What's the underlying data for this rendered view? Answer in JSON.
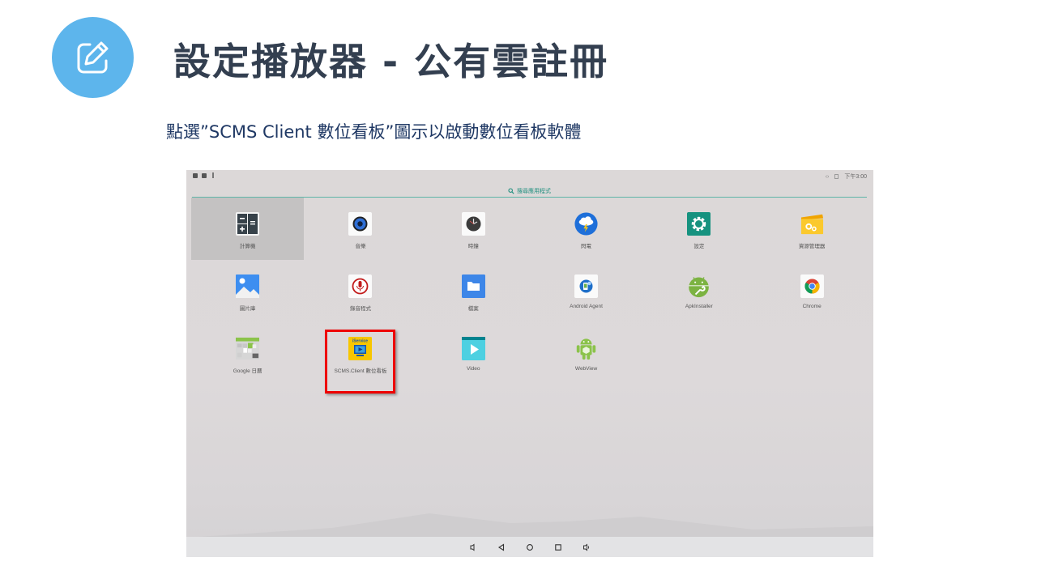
{
  "slide": {
    "badge_icon": "edit-pencil-icon",
    "title": "設定播放器 - 公有雲註冊",
    "subtitle": "點選”SCMS Client 數位看板”圖示以啟動數位看板軟體",
    "colors": {
      "badge": "#5db5ec",
      "title": "#333f50",
      "subtitle": "#1f3864",
      "highlight": "#ee0000"
    }
  },
  "device": {
    "statusbar": {
      "left_icons": [
        "notification-icon",
        "image-icon",
        "usb-icon"
      ],
      "right_icons": [
        "network-icon",
        "storage-icon"
      ],
      "time": "下午3:00"
    },
    "search": {
      "icon": "search-icon",
      "placeholder": "搜尋應用程式"
    },
    "apps": [
      {
        "label": "計算機",
        "icon": "calculator-icon",
        "selected": true
      },
      {
        "label": "音樂",
        "icon": "music-speaker-icon"
      },
      {
        "label": "時鐘",
        "icon": "clock-icon"
      },
      {
        "label": "閃電",
        "icon": "lightning-cloud-icon"
      },
      {
        "label": "設定",
        "icon": "settings-gear-icon"
      },
      {
        "label": "資源管理器",
        "icon": "file-manager-icon"
      },
      {
        "label": "圖片庫",
        "icon": "gallery-icon"
      },
      {
        "label": "錄音程式",
        "icon": "microphone-icon"
      },
      {
        "label": "檔案",
        "icon": "folder-icon"
      },
      {
        "label": "Android Agent",
        "icon": "android-agent-icon"
      },
      {
        "label": "ApkInstaller",
        "icon": "apk-installer-icon"
      },
      {
        "label": "Chrome",
        "icon": "chrome-icon"
      },
      {
        "label": "Google 日曆",
        "icon": "calendar-icon"
      },
      {
        "label": "SCMS.Client 數位看板",
        "icon": "scms-client-icon",
        "highlighted": true,
        "icon_text": "iService"
      },
      {
        "label": "Video",
        "icon": "video-play-icon"
      },
      {
        "label": "WebView",
        "icon": "android-webview-icon"
      }
    ],
    "navbar": [
      "volume-down-icon",
      "back-icon",
      "home-icon",
      "recents-icon",
      "volume-up-icon"
    ]
  }
}
